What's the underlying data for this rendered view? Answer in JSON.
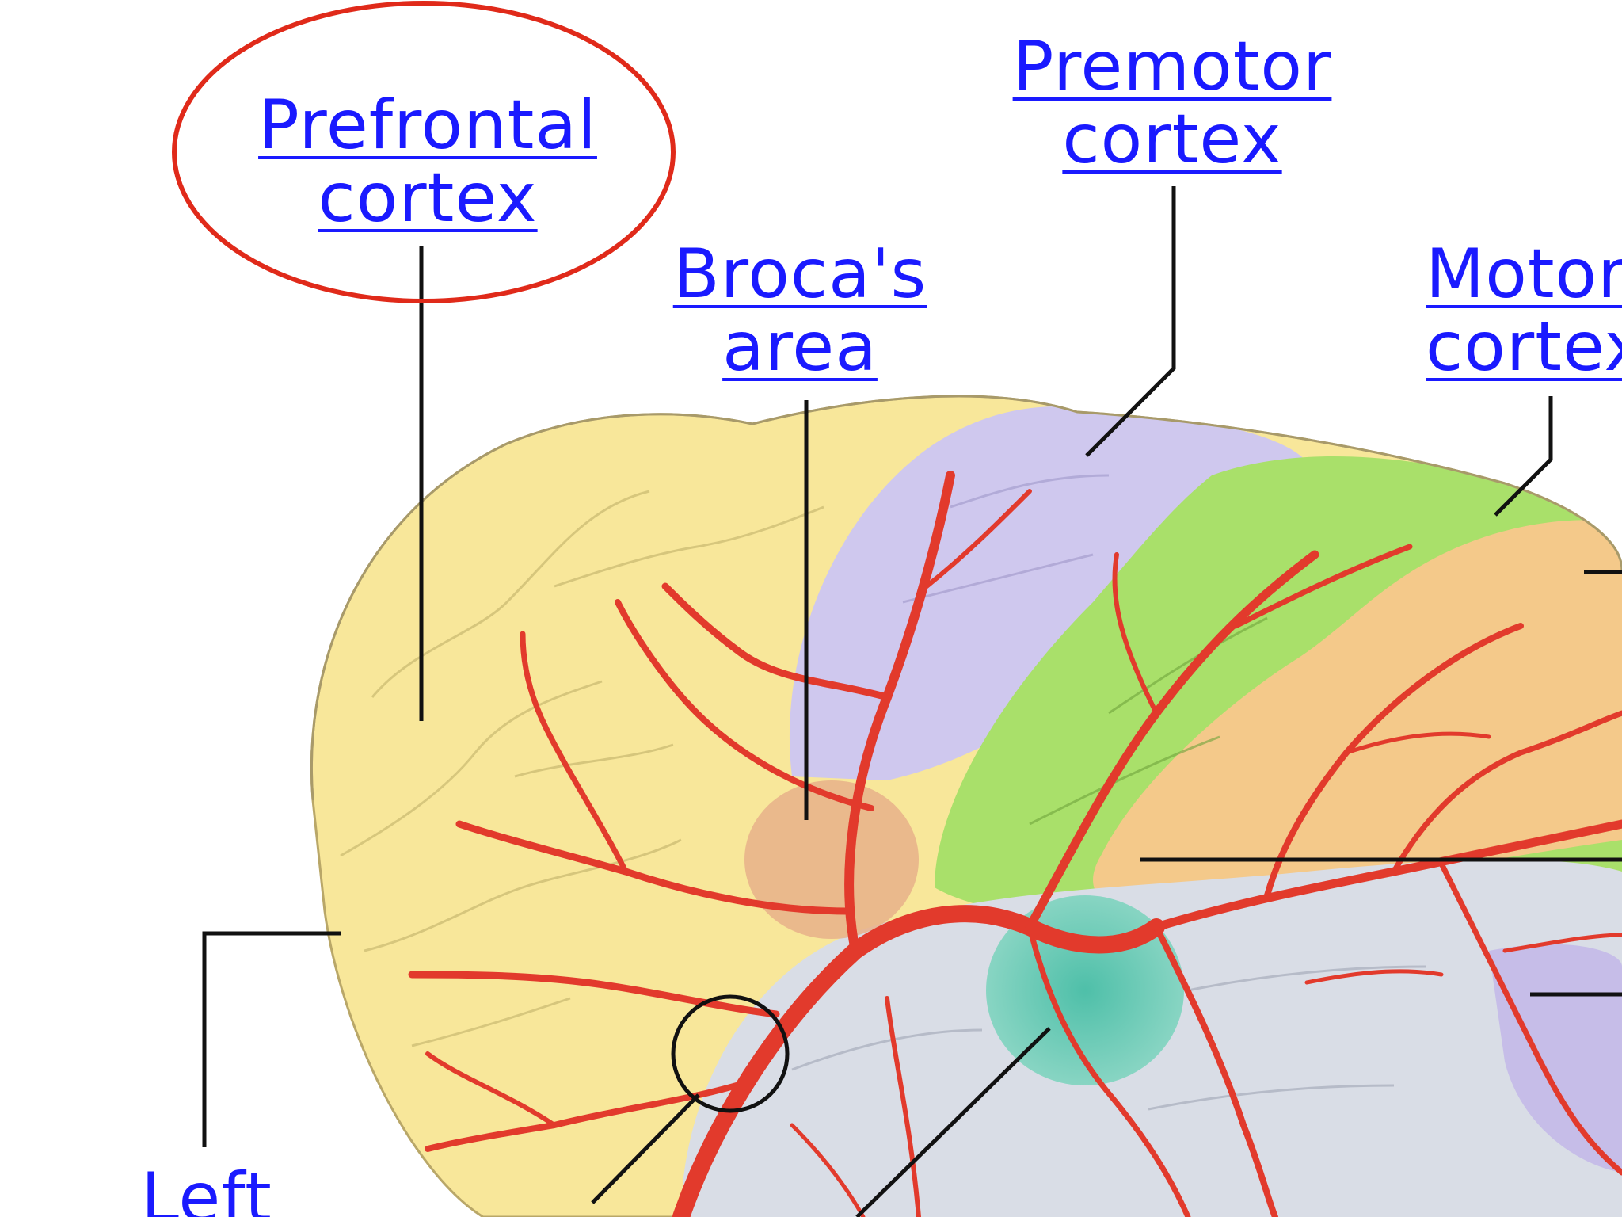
{
  "labels": {
    "prefrontal": {
      "line1": "Prefrontal",
      "line2": "cortex"
    },
    "premotor": {
      "line1": "Premotor",
      "line2": "cortex"
    },
    "broca": {
      "line1": "Broca's",
      "line2": "area"
    },
    "motor": {
      "line1": "Motor",
      "line2": "cortex"
    },
    "left": {
      "line1": "Left"
    }
  },
  "colors": {
    "link": "#1a1aff",
    "highlight_ellipse": "#e02a1a",
    "prefrontal_region": "#f8e79a",
    "premotor_region": "#cfc8ee",
    "motor_region": "#a9e06a",
    "sensory_region": "#f4c98a",
    "temporal_region": "#d9dde6",
    "wernicke_region": "#5fc7b0",
    "broca_region": "#e8b08a",
    "vessels": "#e23a2c",
    "leader_lines": "#111111"
  }
}
